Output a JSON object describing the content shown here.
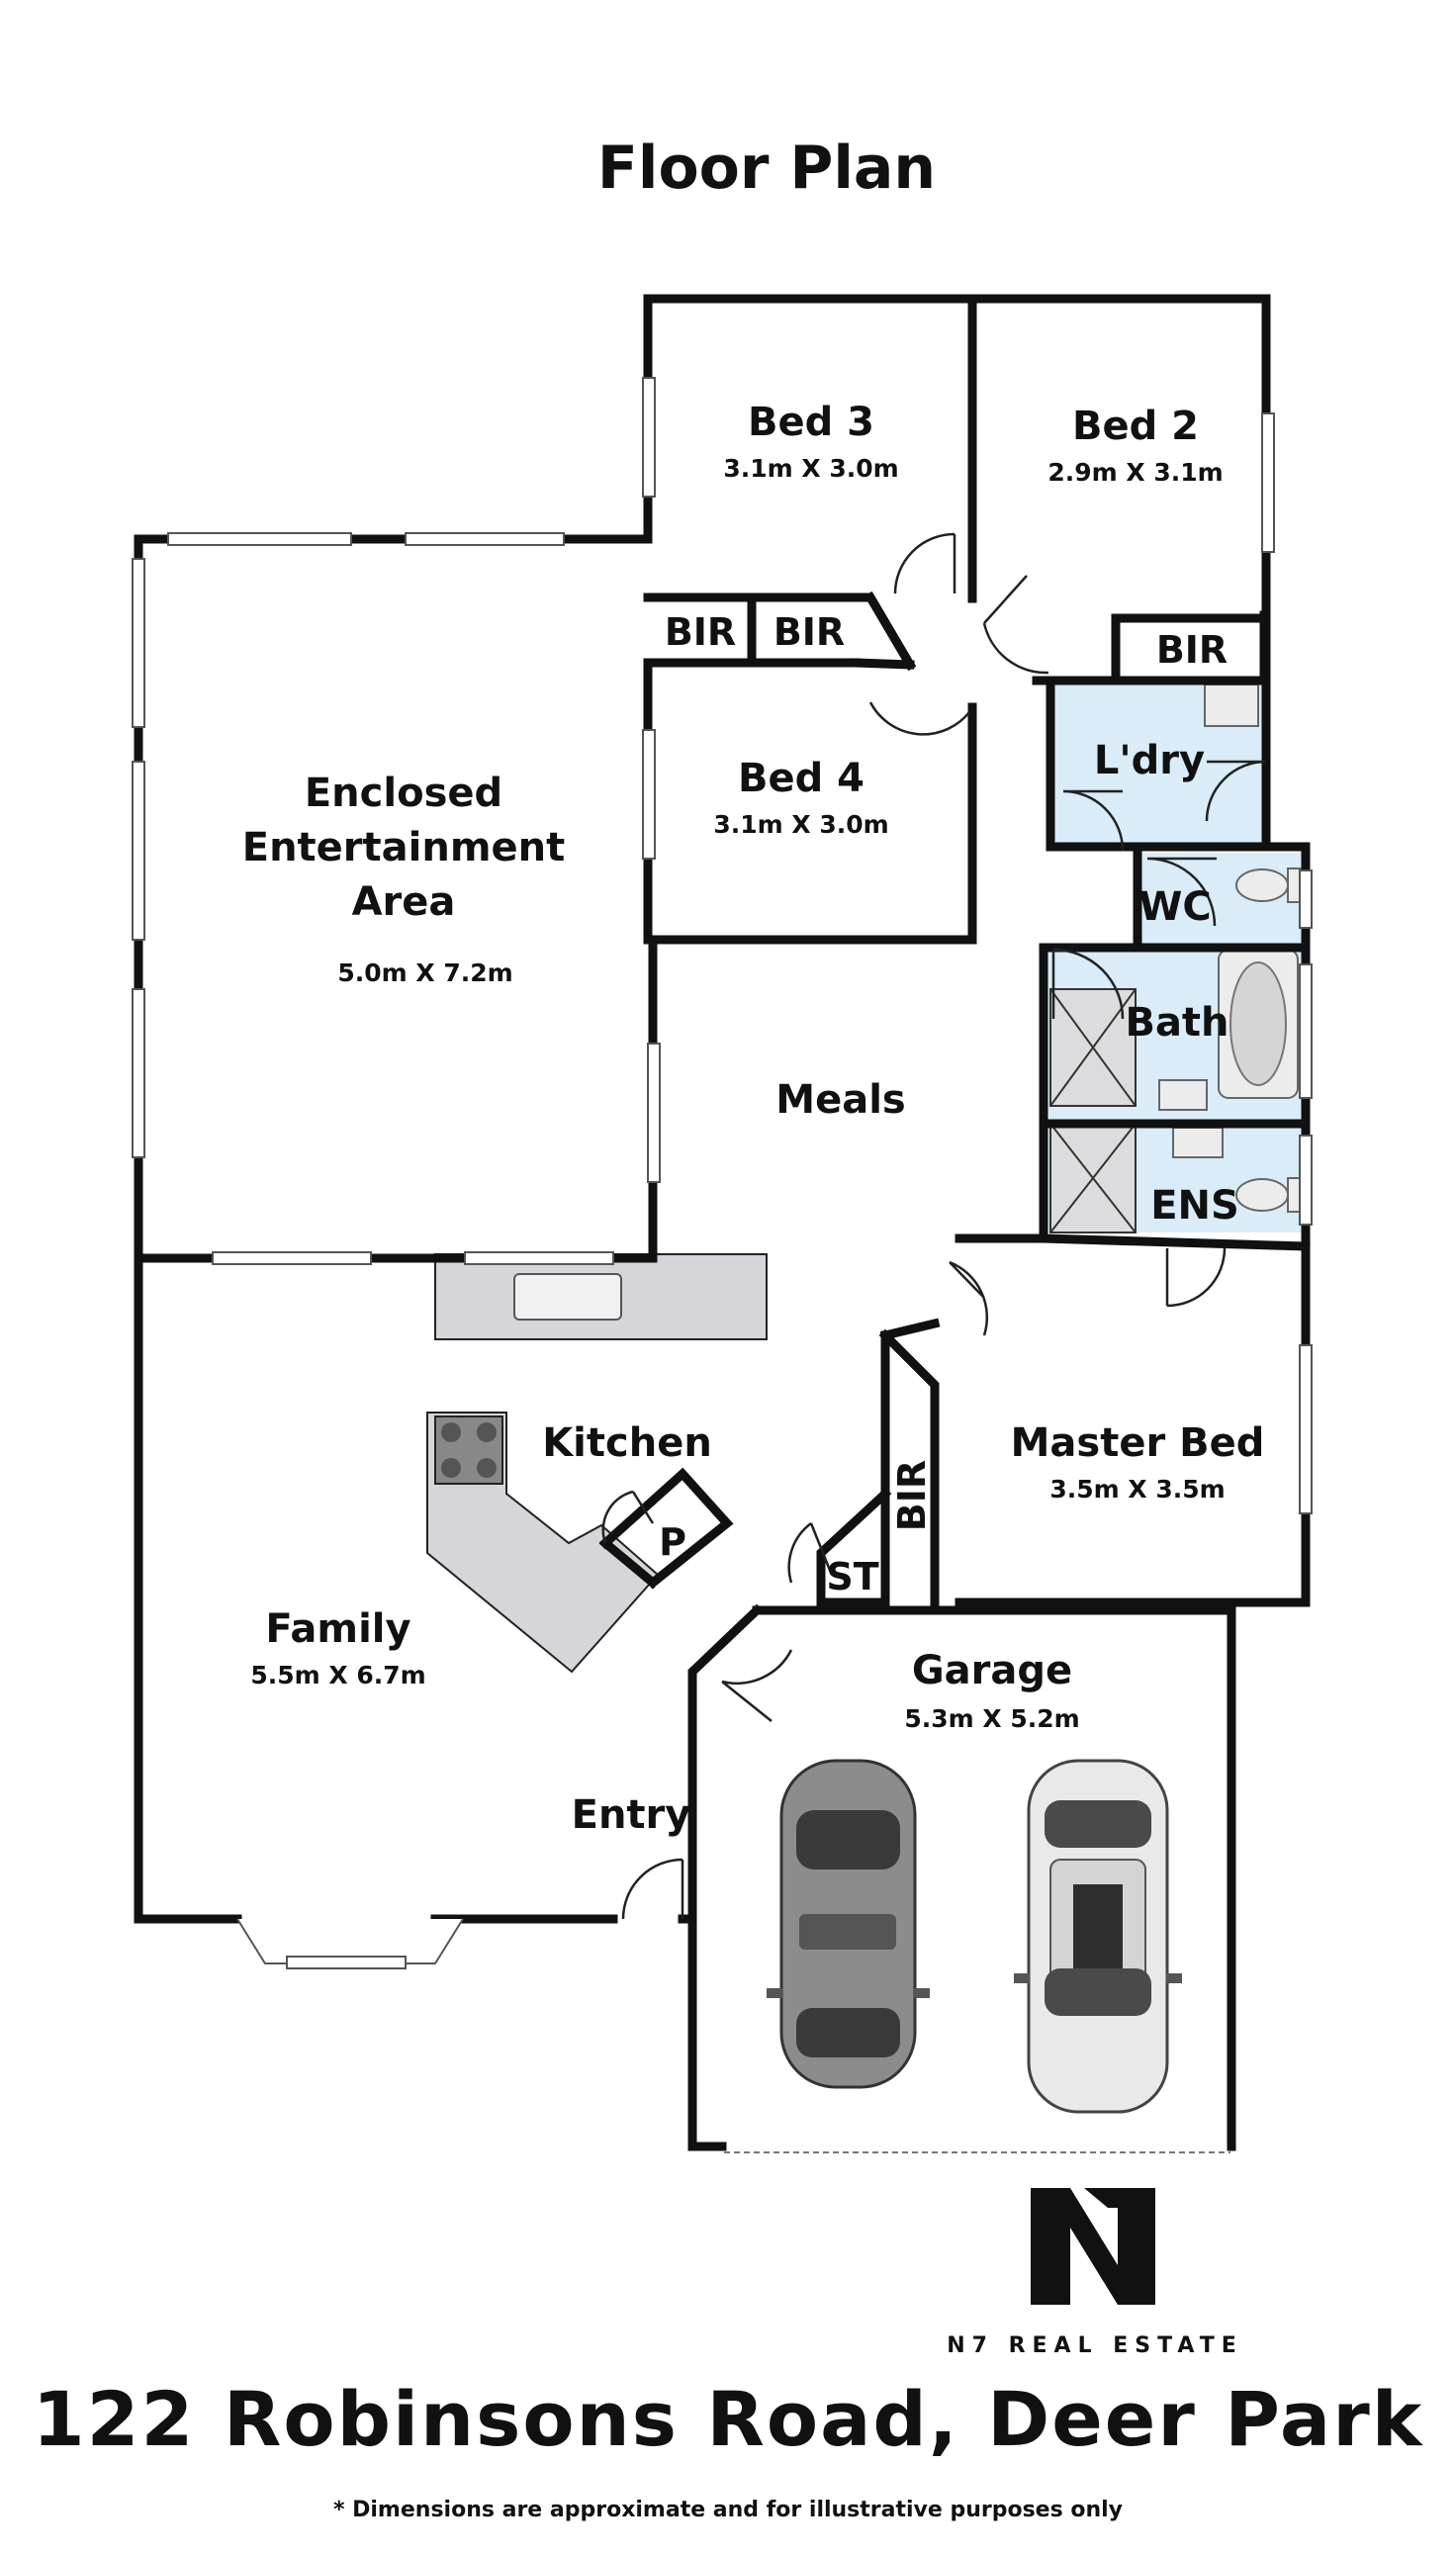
{
  "title": "Floor Plan",
  "rooms": {
    "bed3": {
      "name": "Bed 3",
      "dims": "3.1m X 3.0m"
    },
    "bed2": {
      "name": "Bed 2",
      "dims": "2.9m X 3.1m"
    },
    "bed4": {
      "name": "Bed 4",
      "dims": "3.1m X 3.0m"
    },
    "entertainment": {
      "name_line1": "Enclosed",
      "name_line2": "Entertainment",
      "name_line3": "Area",
      "dims": "5.0m X 7.2m"
    },
    "meals": {
      "name": "Meals"
    },
    "kitchen": {
      "name": "Kitchen"
    },
    "family": {
      "name": "Family",
      "dims": "5.5m X 6.7m"
    },
    "entry": {
      "name": "Entry"
    },
    "master": {
      "name": "Master Bed",
      "dims": "3.5m X 3.5m"
    },
    "garage": {
      "name": "Garage",
      "dims": "5.3m X 5.2m"
    },
    "laundry": {
      "name": "L'dry"
    },
    "wc": {
      "name": "WC"
    },
    "bath": {
      "name": "Bath"
    },
    "ens": {
      "name": "ENS"
    }
  },
  "labels": {
    "bir1": "BIR",
    "bir2": "BIR",
    "bir3": "BIR",
    "bir_master": "BIR",
    "st": "ST",
    "pantry": "P"
  },
  "brand": {
    "logo": "N7",
    "name": "N7 REAL ESTATE"
  },
  "address": "122 Robinsons Road, Deer Park",
  "disclaimer": "* Dimensions are approximate and for illustrative purposes only",
  "colors": {
    "wet_areas": "#d9ecf7",
    "walls": "#111111",
    "bench": "#d6d6da"
  }
}
